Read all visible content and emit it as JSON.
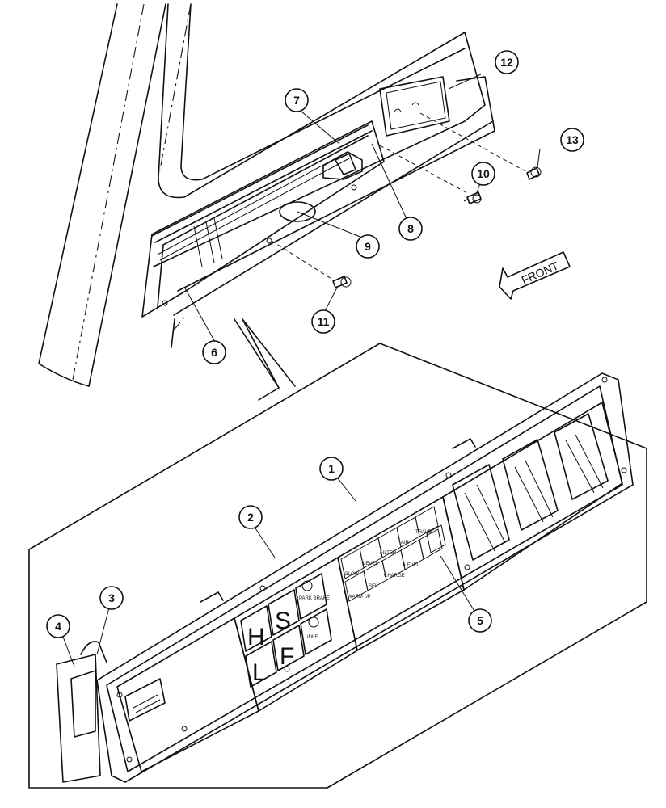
{
  "callouts": [
    {
      "id": "c1",
      "label": "1"
    },
    {
      "id": "c2",
      "label": "2"
    },
    {
      "id": "c3",
      "label": "3"
    },
    {
      "id": "c4",
      "label": "4"
    },
    {
      "id": "c5",
      "label": "5"
    },
    {
      "id": "c6",
      "label": "6"
    },
    {
      "id": "c7",
      "label": "7"
    },
    {
      "id": "c8",
      "label": "8"
    },
    {
      "id": "c9",
      "label": "9"
    },
    {
      "id": "c10",
      "label": "10"
    },
    {
      "id": "c11",
      "label": "11"
    },
    {
      "id": "c12",
      "label": "12"
    },
    {
      "id": "c13",
      "label": "13"
    }
  ],
  "direction_arrow": {
    "label": "FRONT"
  },
  "panel": {
    "hs_h": "H",
    "hs_s": "S",
    "lf_l": "L",
    "lf_f": "F",
    "btn_park": "PARK BRAKE",
    "btn_idle": "IDLE",
    "ind_glow": "GLOW",
    "ind_level": "LEVEL",
    "ind_filter": "FILTER",
    "ind_air": "AIR",
    "ind_travel": "TRAVEL",
    "ind_warn": "WARM UP",
    "ind_sel": "SEL",
    "ind_charge": "CHARGE",
    "ind_level2": "LEVEL"
  }
}
